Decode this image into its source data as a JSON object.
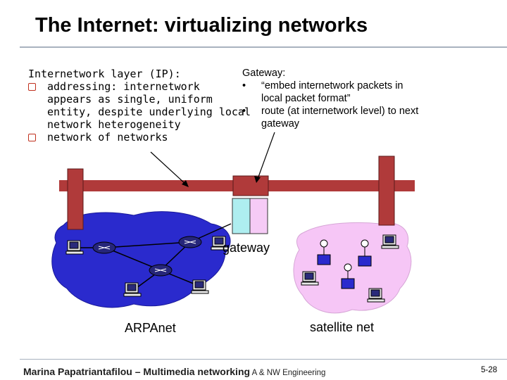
{
  "title": "The Internet: virtualizing networks",
  "internetwork": {
    "heading": "Internetwork layer (IP):",
    "bullets": [
      [
        "addressing: internetwork",
        "appears as single, uniform",
        "entity, despite underlying local",
        "network heterogeneity"
      ],
      [
        "network of networks"
      ]
    ]
  },
  "gateway": {
    "heading": "Gateway:",
    "bullets": [
      [
        "“embed internetwork packets in",
        "local packet format”"
      ],
      [
        "route (at internetwork level) to next",
        "gateway"
      ]
    ]
  },
  "labels": {
    "gateway": "gateway",
    "arpanet": "ARPAnet",
    "satellite": "satellite net"
  },
  "footer": {
    "author": "Marina Papatriantafilou –  Multimedia networking",
    "dept": " A  & NW Engineering",
    "page": "5-28"
  },
  "colors": {
    "title_rule": "#a8b2bf",
    "bus": "#b03a3a",
    "arpanet_cloud": "#2a2acd",
    "satellite_cloud": "#f6c6f6",
    "gateway_left": "#aeeef0",
    "gateway_right": "#f6cbf6",
    "bullet": "#c0301e"
  }
}
